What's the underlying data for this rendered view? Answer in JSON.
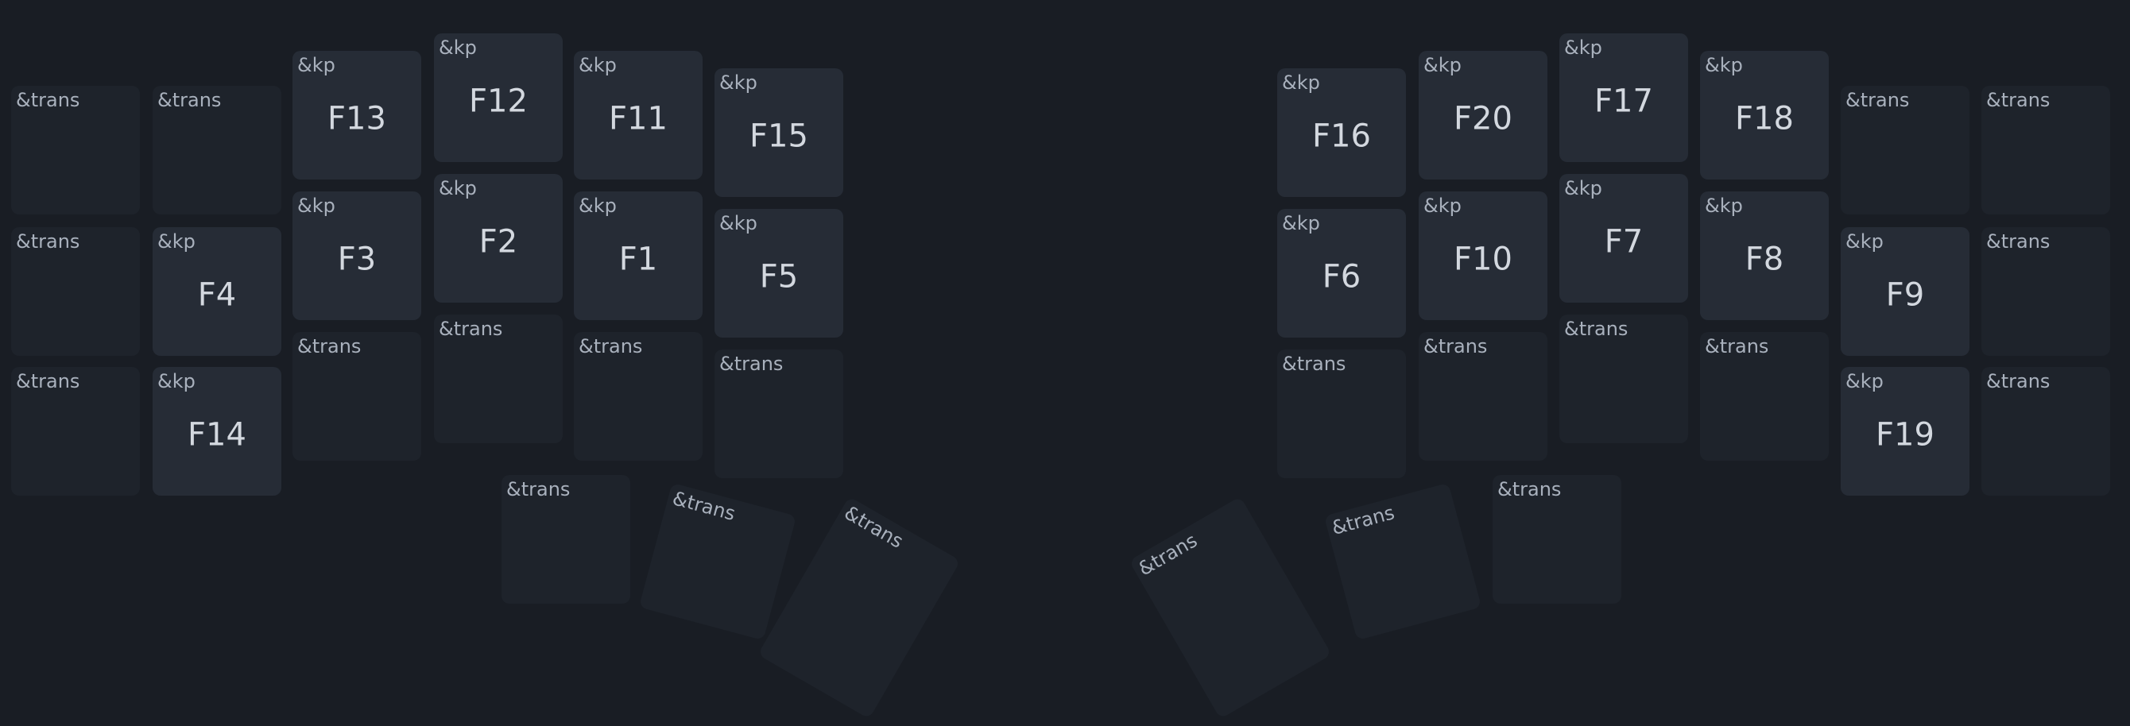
{
  "keymap": {
    "keys": [
      {
        "binding": "&trans",
        "label": ""
      },
      {
        "binding": "&trans",
        "label": ""
      },
      {
        "binding": "&kp",
        "label": "F13"
      },
      {
        "binding": "&kp",
        "label": "F12"
      },
      {
        "binding": "&kp",
        "label": "F11"
      },
      {
        "binding": "&kp",
        "label": "F15"
      },
      {
        "binding": "&kp",
        "label": "F16"
      },
      {
        "binding": "&kp",
        "label": "F20"
      },
      {
        "binding": "&kp",
        "label": "F17"
      },
      {
        "binding": "&kp",
        "label": "F18"
      },
      {
        "binding": "&trans",
        "label": ""
      },
      {
        "binding": "&trans",
        "label": ""
      },
      {
        "binding": "&trans",
        "label": ""
      },
      {
        "binding": "&kp",
        "label": "F4"
      },
      {
        "binding": "&kp",
        "label": "F3"
      },
      {
        "binding": "&kp",
        "label": "F2"
      },
      {
        "binding": "&kp",
        "label": "F1"
      },
      {
        "binding": "&kp",
        "label": "F5"
      },
      {
        "binding": "&kp",
        "label": "F6"
      },
      {
        "binding": "&kp",
        "label": "F10"
      },
      {
        "binding": "&kp",
        "label": "F7"
      },
      {
        "binding": "&kp",
        "label": "F8"
      },
      {
        "binding": "&kp",
        "label": "F9"
      },
      {
        "binding": "&trans",
        "label": ""
      },
      {
        "binding": "&trans",
        "label": ""
      },
      {
        "binding": "&kp",
        "label": "F14"
      },
      {
        "binding": "&trans",
        "label": ""
      },
      {
        "binding": "&trans",
        "label": ""
      },
      {
        "binding": "&trans",
        "label": ""
      },
      {
        "binding": "&trans",
        "label": ""
      },
      {
        "binding": "&trans",
        "label": ""
      },
      {
        "binding": "&trans",
        "label": ""
      },
      {
        "binding": "&trans",
        "label": ""
      },
      {
        "binding": "&trans",
        "label": ""
      },
      {
        "binding": "&kp",
        "label": "F19"
      },
      {
        "binding": "&trans",
        "label": ""
      },
      {
        "binding": "&trans",
        "label": ""
      },
      {
        "binding": "&trans",
        "label": ""
      },
      {
        "binding": "&trans",
        "label": ""
      },
      {
        "binding": "&trans",
        "label": ""
      },
      {
        "binding": "&trans",
        "label": ""
      },
      {
        "binding": "&trans",
        "label": ""
      }
    ]
  }
}
